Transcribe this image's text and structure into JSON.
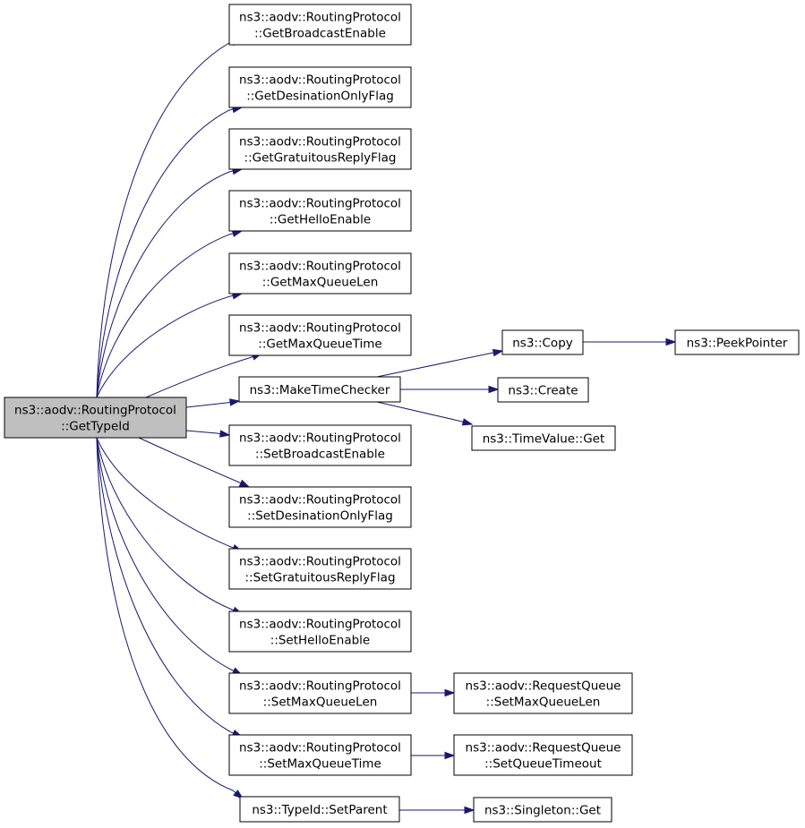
{
  "nodes": {
    "root": [
      "ns3::aodv::RoutingProtocol",
      "::GetTypeId"
    ],
    "n1": [
      "ns3::aodv::RoutingProtocol",
      "::GetBroadcastEnable"
    ],
    "n2": [
      "ns3::aodv::RoutingProtocol",
      "::GetDesinationOnlyFlag"
    ],
    "n3": [
      "ns3::aodv::RoutingProtocol",
      "::GetGratuitousReplyFlag"
    ],
    "n4": [
      "ns3::aodv::RoutingProtocol",
      "::GetHelloEnable"
    ],
    "n5": [
      "ns3::aodv::RoutingProtocol",
      "::GetMaxQueueLen"
    ],
    "n6": [
      "ns3::aodv::RoutingProtocol",
      "::GetMaxQueueTime"
    ],
    "n7": [
      "ns3::MakeTimeChecker"
    ],
    "n8": [
      "ns3::aodv::RoutingProtocol",
      "::SetBroadcastEnable"
    ],
    "n9": [
      "ns3::aodv::RoutingProtocol",
      "::SetDesinationOnlyFlag"
    ],
    "n10": [
      "ns3::aodv::RoutingProtocol",
      "::SetGratuitousReplyFlag"
    ],
    "n11": [
      "ns3::aodv::RoutingProtocol",
      "::SetHelloEnable"
    ],
    "n12": [
      "ns3::aodv::RoutingProtocol",
      "::SetMaxQueueLen"
    ],
    "n13": [
      "ns3::aodv::RoutingProtocol",
      "::SetMaxQueueTime"
    ],
    "n14": [
      "ns3::TypeId::SetParent"
    ],
    "n15": [
      "ns3::Copy"
    ],
    "n16": [
      "ns3::PeekPointer"
    ],
    "n17": [
      "ns3::Create"
    ],
    "n18": [
      "ns3::TimeValue::Get"
    ],
    "n19": [
      "ns3::aodv::RequestQueue",
      "::SetMaxQueueLen"
    ],
    "n20": [
      "ns3::aodv::RequestQueue",
      "::SetQueueTimeout"
    ],
    "n21": [
      "ns3::Singleton::Get"
    ]
  },
  "edges": [
    [
      "root",
      "n1"
    ],
    [
      "root",
      "n2"
    ],
    [
      "root",
      "n3"
    ],
    [
      "root",
      "n4"
    ],
    [
      "root",
      "n5"
    ],
    [
      "root",
      "n6"
    ],
    [
      "root",
      "n7"
    ],
    [
      "root",
      "n8"
    ],
    [
      "root",
      "n9"
    ],
    [
      "root",
      "n10"
    ],
    [
      "root",
      "n11"
    ],
    [
      "root",
      "n12"
    ],
    [
      "root",
      "n13"
    ],
    [
      "root",
      "n14"
    ],
    [
      "n7",
      "n15"
    ],
    [
      "n7",
      "n17"
    ],
    [
      "n7",
      "n18"
    ],
    [
      "n15",
      "n16"
    ],
    [
      "n12",
      "n19"
    ],
    [
      "n13",
      "n20"
    ],
    [
      "n14",
      "n21"
    ]
  ],
  "colors": {
    "edge": "#191970",
    "root_fill": "#bfbfbf",
    "node_fill": "#ffffff",
    "node_stroke": "#000000"
  }
}
